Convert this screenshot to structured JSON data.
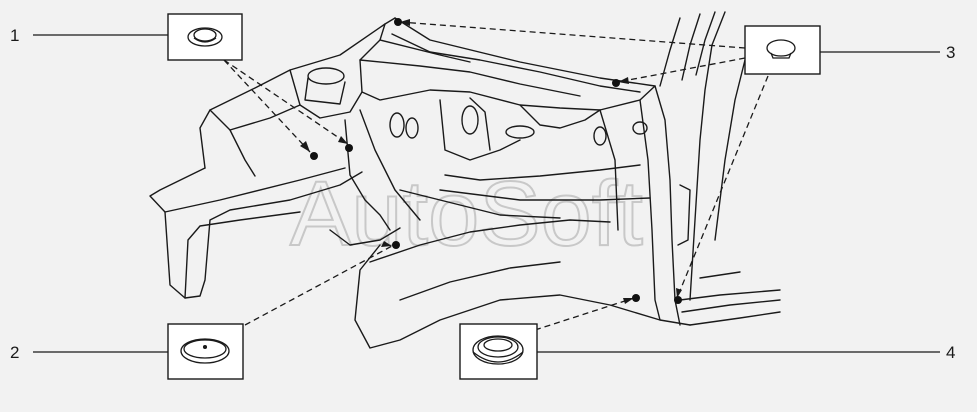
{
  "diagram": {
    "callouts": [
      {
        "number": "1",
        "part_icon": "flat-grommet-icon"
      },
      {
        "number": "2",
        "part_icon": "round-plug-icon"
      },
      {
        "number": "3",
        "part_icon": "dome-clip-icon"
      },
      {
        "number": "4",
        "part_icon": "ring-grommet-icon"
      }
    ],
    "watermark": "AutoSoft"
  },
  "colors": {
    "background": "#f2f2f2",
    "line": "#1a1a1a",
    "watermark": "#c8c8c8"
  }
}
